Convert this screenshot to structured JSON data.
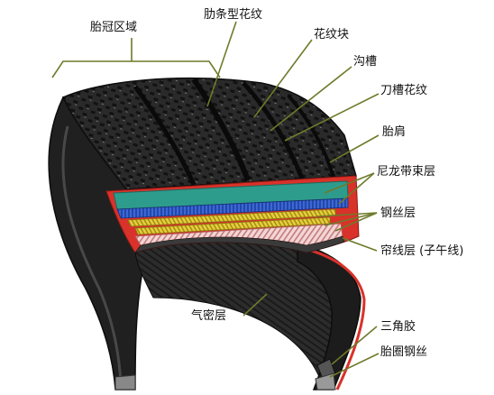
{
  "diagram": {
    "labels": {
      "crown_zone": "胎冠区域",
      "rib_pattern": "肋条型花纹",
      "tread_block": "花纹块",
      "groove": "沟槽",
      "sipe_pattern": "刀槽花纹",
      "shoulder": "胎肩",
      "nylon_cap_ply": "尼龙带束层",
      "steel_belt": "钢丝层",
      "radial_ply": "帘线层 (子午线)",
      "inner_liner": "气密层",
      "apex": "三角胶",
      "bead_wire": "胎圈钢丝"
    },
    "colors": {
      "rubber": "#2b2b2b",
      "rubber_dark": "#151515",
      "rubber_light": "#6a6a6a",
      "outer_layer": "#d8322a",
      "nylon_teal": "#2e9c8c",
      "nylon_blue": "#2447a8",
      "steel_yellow": "#e6cf3a",
      "cord_pink": "#f0c8c8",
      "leader_line": "#6f7a2a"
    }
  }
}
